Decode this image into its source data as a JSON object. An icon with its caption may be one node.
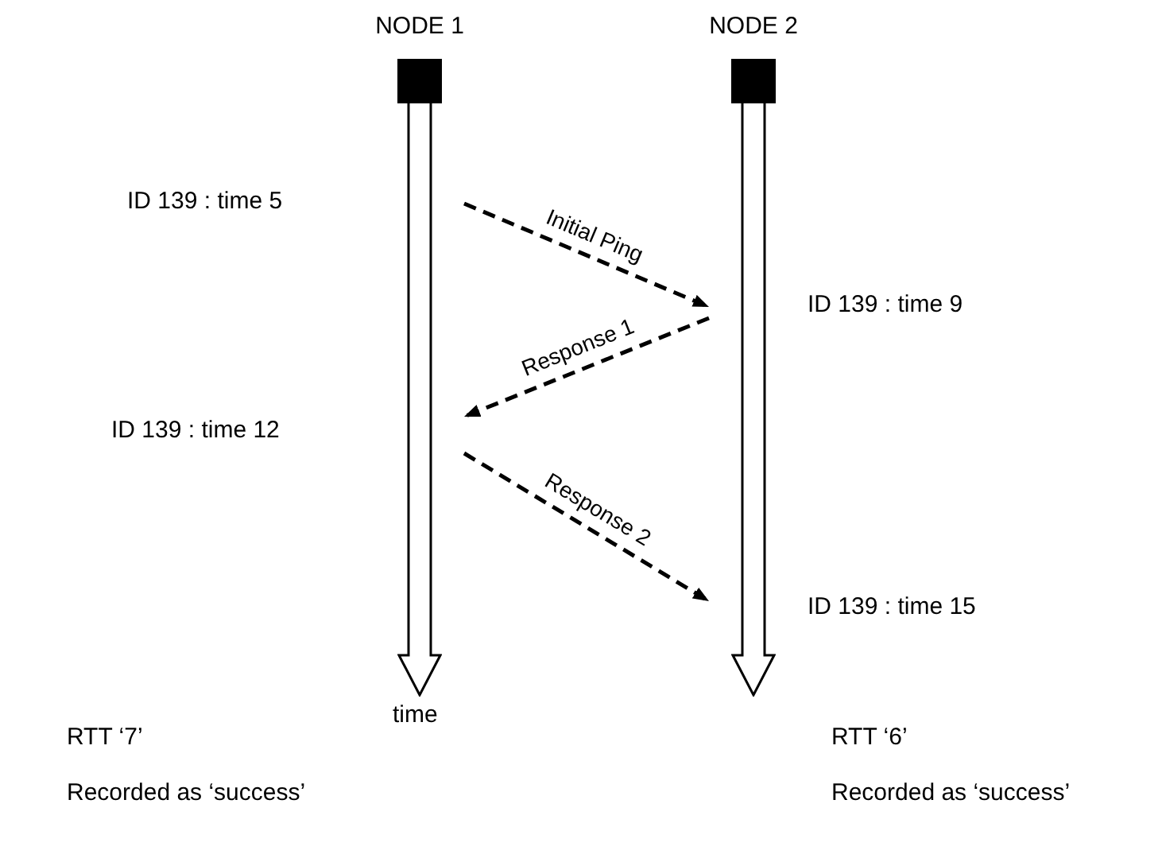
{
  "diagram": {
    "nodes": [
      {
        "text": [
          "NODE 1"
        ]
      },
      {
        "text": [
          "NODE 2"
        ]
      }
    ],
    "edges": [
      {
        "from": 0,
        "to": 1,
        "arrow": "to",
        "label": "Initial Ping",
        "style": "dashed"
      },
      {
        "from": 1,
        "to": 0,
        "arrow": "to",
        "label": "Response 1",
        "style": "dashed"
      },
      {
        "from": 0,
        "to": 1,
        "arrow": "to",
        "label": "Response 2",
        "style": "dashed"
      }
    ],
    "labels": [
      "ID 139 : time 5",
      "ID 139 : time 9",
      "ID 139 : time 12",
      "ID 139 : time 15",
      "time",
      "RTT ‘7’",
      "RTT ‘6’",
      "Recorded as ‘success’",
      "Recorded as ‘success’"
    ]
  }
}
